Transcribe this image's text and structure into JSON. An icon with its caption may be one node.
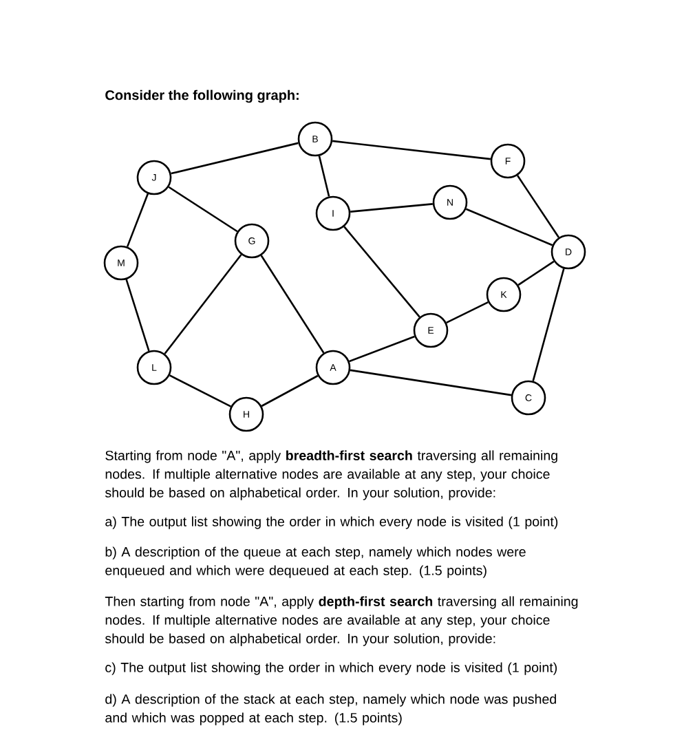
{
  "diagram": {
    "title": "Consider the following graph:",
    "nodes": [
      {
        "text": [
          "B"
        ]
      },
      {
        "text": [
          "F"
        ]
      },
      {
        "text": [
          "J"
        ]
      },
      {
        "text": [
          "N"
        ]
      },
      {
        "text": [
          "I"
        ]
      },
      {
        "text": [
          "G"
        ]
      },
      {
        "text": [
          "D"
        ]
      },
      {
        "text": [
          "M"
        ]
      },
      {
        "text": [
          "K"
        ]
      },
      {
        "text": [
          "E"
        ]
      },
      {
        "text": [
          "L"
        ]
      },
      {
        "text": [
          "A"
        ]
      },
      {
        "text": [
          "C"
        ]
      },
      {
        "text": [
          "H"
        ]
      }
    ],
    "edges": [
      {
        "from": 2,
        "to": 0,
        "arrow": "none"
      },
      {
        "from": 0,
        "to": 1,
        "arrow": "none"
      },
      {
        "from": 0,
        "to": 4,
        "arrow": "none"
      },
      {
        "from": 4,
        "to": 3,
        "arrow": "none"
      },
      {
        "from": 3,
        "to": 6,
        "arrow": "none"
      },
      {
        "from": 1,
        "to": 6,
        "arrow": "none"
      },
      {
        "from": 2,
        "to": 7,
        "arrow": "none"
      },
      {
        "from": 2,
        "to": 5,
        "arrow": "none"
      },
      {
        "from": 7,
        "to": 10,
        "arrow": "none"
      },
      {
        "from": 5,
        "to": 10,
        "arrow": "none"
      },
      {
        "from": 5,
        "to": 11,
        "arrow": "none"
      },
      {
        "from": 4,
        "to": 9,
        "arrow": "none"
      },
      {
        "from": 9,
        "to": 8,
        "arrow": "none"
      },
      {
        "from": 8,
        "to": 6,
        "arrow": "none"
      },
      {
        "from": 9,
        "to": 11,
        "arrow": "none"
      },
      {
        "from": 11,
        "to": 13,
        "arrow": "none"
      },
      {
        "from": 10,
        "to": 13,
        "arrow": "none"
      },
      {
        "from": 11,
        "to": 12,
        "arrow": "none"
      },
      {
        "from": 12,
        "to": 6,
        "arrow": "none"
      }
    ],
    "labels": [
      "Starting from node \"A\", apply **breadth-first search** traversing all remaining nodes. If multiple alternative nodes are available at any step, your choice should be based on alphabetical order. In your solution, provide:",
      "a) The output list showing the order in which every node is visited (1 point)",
      "b) A description of the queue at each step, namely which nodes were enqueued and which were dequeued at each step. (1.5 points)",
      "Then starting from node \"A\", apply **depth-first search** traversing all remaining nodes. If multiple alternative nodes are available at any step, your choice should be based on alphabetical order. In your solution, provide:",
      "c) The output list showing the order in which every node is visited (1 point)",
      "d) A description of the stack at each step, namely which node was pushed and which was popped at each step. (1.5 points)"
    ]
  }
}
